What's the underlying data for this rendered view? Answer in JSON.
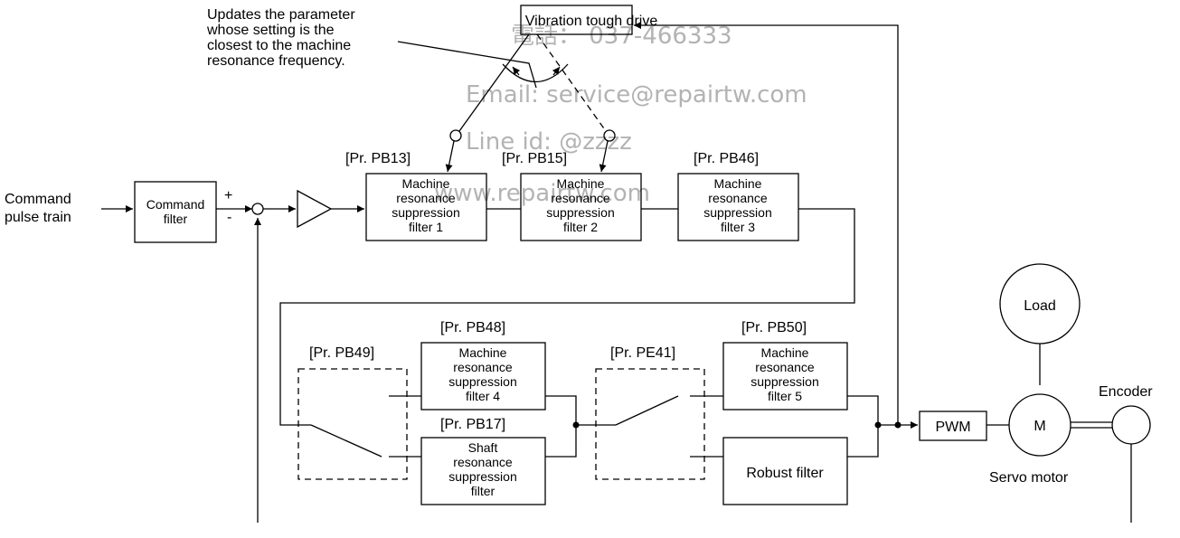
{
  "labels": {
    "command_pulse_1": "Command",
    "command_pulse_2": "pulse train",
    "plus": "+",
    "minus": "-",
    "note_1": "Updates the parameter",
    "note_2": "whose setting is the",
    "note_3": "closest to the machine",
    "note_4": "resonance frequency.",
    "pr_pb13": "[Pr. PB13]",
    "pr_pb15": "[Pr. PB15]",
    "pr_pb46": "[Pr. PB46]",
    "pr_pb48": "[Pr. PB48]",
    "pr_pb49": "[Pr. PB49]",
    "pr_pe41": "[Pr. PE41]",
    "pr_pb50": "[Pr. PB50]",
    "pr_pb17": "[Pr. PB17]",
    "load": "Load",
    "motor": "M",
    "encoder": "Encoder",
    "servo_motor": "Servo motor"
  },
  "blocks": {
    "command_filter": [
      "Command",
      "filter"
    ],
    "vibration_tough_drive": "Vibration tough drive",
    "mrsf1": [
      "Machine",
      "resonance",
      "suppression",
      "filter 1"
    ],
    "mrsf2": [
      "Machine",
      "resonance",
      "suppression",
      "filter 2"
    ],
    "mrsf3": [
      "Machine",
      "resonance",
      "suppression",
      "filter 3"
    ],
    "mrsf4": [
      "Machine",
      "resonance",
      "suppression",
      "filter 4"
    ],
    "mrsf5": [
      "Machine",
      "resonance",
      "suppression",
      "filter 5"
    ],
    "shaft_filter": [
      "Shaft",
      "resonance",
      "suppression",
      "filter"
    ],
    "robust_filter": "Robust filter",
    "pwm": "PWM"
  },
  "watermark": {
    "phone": "電話：  037-466333",
    "email": "Email:    service@repairtw.com",
    "line": "Line id:    @zzzz",
    "web": "www.repairtw.com"
  },
  "colors": {
    "line": "#000000",
    "watermark": "#b3b3b3"
  }
}
